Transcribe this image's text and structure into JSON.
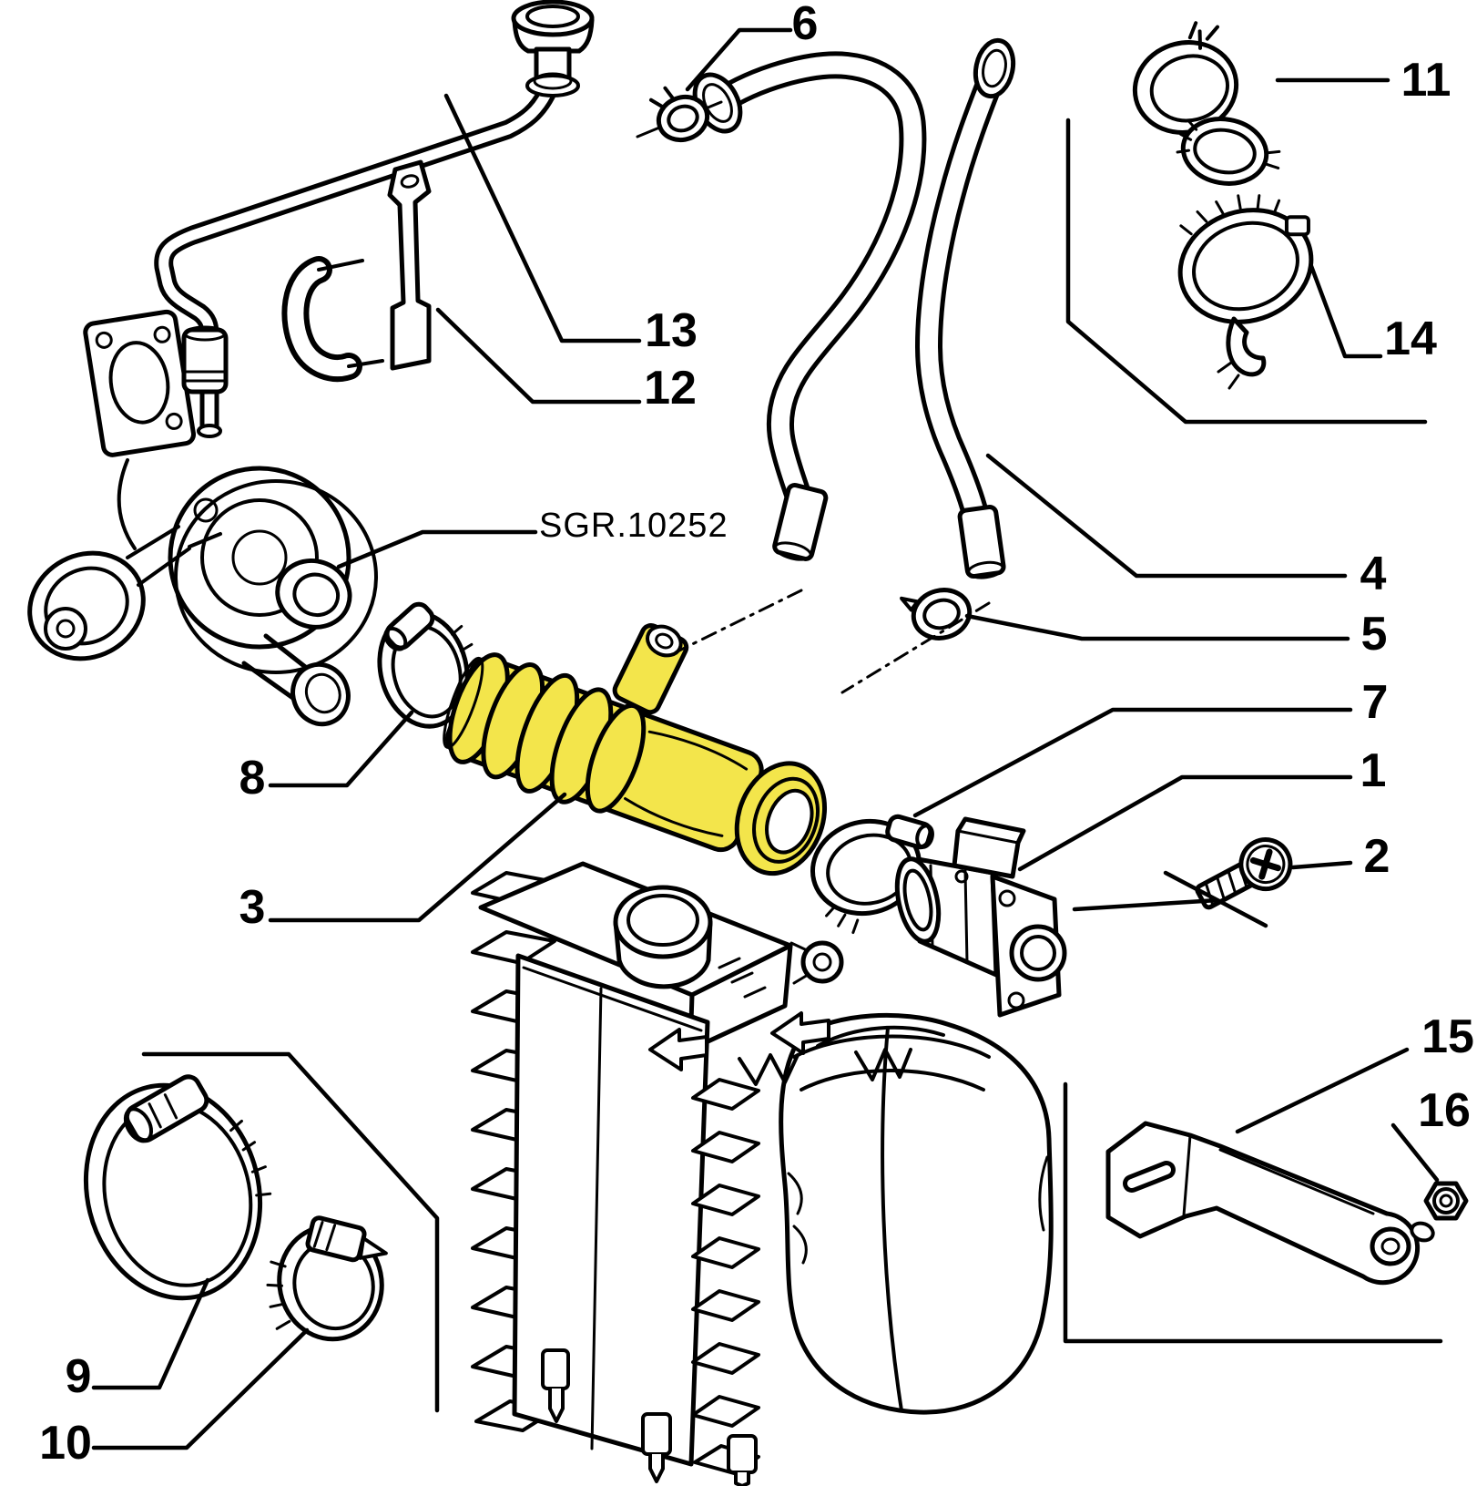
{
  "diagram": {
    "reference_label": "SGR.10252",
    "colors": {
      "highlight_fill": "#f3e54b",
      "line": "#000000",
      "background": "#ffffff"
    },
    "callouts": {
      "c1": "1",
      "c2": "2",
      "c3": "3",
      "c4": "4",
      "c5": "5",
      "c6": "6",
      "c7": "7",
      "c8": "8",
      "c9": "9",
      "c10": "10",
      "c11": "11",
      "c12": "12",
      "c13": "13",
      "c14": "14",
      "c15": "15",
      "c16": "16"
    }
  }
}
